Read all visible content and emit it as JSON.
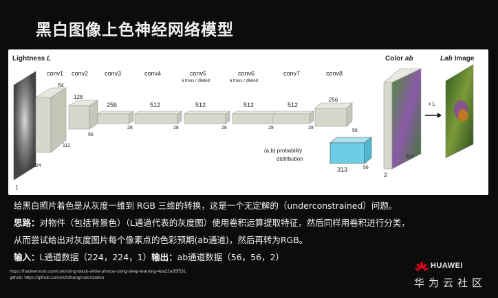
{
  "slide": {
    "title": "黑白图像上色神经网络模型"
  },
  "figure": {
    "input_label_plain": "Lightness ",
    "input_label_italic": "L",
    "output_label_plain": "Color ",
    "output_label_italic": "ab",
    "result_label_italic": "Lab",
    "result_label_plain": " Image",
    "layers": [
      {
        "name": "conv1",
        "channels": "64",
        "size": "112"
      },
      {
        "name": "conv2",
        "channels": "128",
        "size": "56"
      },
      {
        "name": "conv3",
        "channels": "256",
        "size": "28"
      },
      {
        "name": "conv4",
        "channels": "512",
        "size": "28"
      },
      {
        "name": "conv5",
        "channels": "512",
        "size": "28",
        "note": "à trous / dilated"
      },
      {
        "name": "conv6",
        "channels": "512",
        "size": "28",
        "note": "à trous / dilated"
      },
      {
        "name": "conv7",
        "channels": "512",
        "size": "28"
      },
      {
        "name": "conv8",
        "channels": "256",
        "size": "56"
      }
    ],
    "input_size": "224",
    "input_depth": "1",
    "prob_label_ab": "(a,b) probability",
    "prob_label_dist": "distribution",
    "prob_channels": "313",
    "prob_size": "56",
    "output_size": "224",
    "output_depth": "2",
    "plus_l": "+ L"
  },
  "text": {
    "line1": "给黑白照片着色是从灰度一维到 RGB 三维的转换，这是一个无定解的（underconstrained）问题。",
    "line2_bold": "思路：",
    "line2": "对物件（包括背景色）（L通道代表的灰度图）使用卷积运算提取特征，然后同样用卷积进行分类，",
    "line3": "从而尝试给出对灰度图片每个像素点的色彩预期(ab通道)，然后再转为RGB。",
    "line4_bold1": "输入：",
    "line4_mid": "L通道数据（224，224，1）",
    "line4_bold2": "输出：",
    "line4_end": "ab通道数据（56，56，2）"
  },
  "references": [
    "https://hackernoon.com/colorising-black-white-photos-using-deep-learning-4da22a05f531",
    "github:  https://github.com/richzhang/colorization"
  ],
  "brand": {
    "name": "HUAWEI",
    "community": "华为云社区",
    "color": "#e3001b"
  }
}
